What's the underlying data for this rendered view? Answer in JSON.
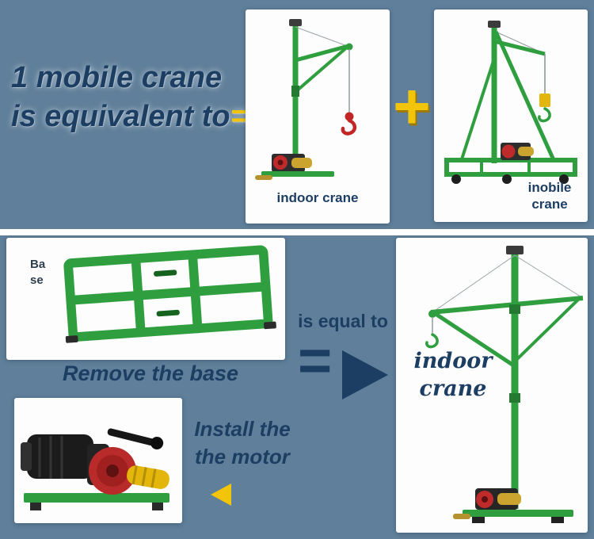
{
  "heading": {
    "line1": "1 mobile crane",
    "line2": "is equivalent to",
    "equals_accent": "="
  },
  "top_row": {
    "plus_sign": "+",
    "indoor_panel": {
      "caption": "indoor crane"
    },
    "mobile_panel": {
      "caption_line1": "inobile",
      "caption_line2": "crane"
    }
  },
  "bottom_row": {
    "base_panel": {
      "label_line1": "Ba",
      "label_line2": "se"
    },
    "remove_caption": "Remove the base",
    "install_caption": {
      "line1": "Install the",
      "line2": "the motor"
    },
    "equal_label": "is equal to",
    "equals_sign": "=",
    "result_panel": {
      "caption_line1": "indoor",
      "caption_line2": "crane"
    }
  },
  "colors": {
    "background_blue": "#5f7f9a",
    "navy_text": "#1d3e63",
    "yellow_accent": "#f3c50a",
    "crane_green": "#2f9e3f",
    "panel_white": "#fdfdfd"
  }
}
